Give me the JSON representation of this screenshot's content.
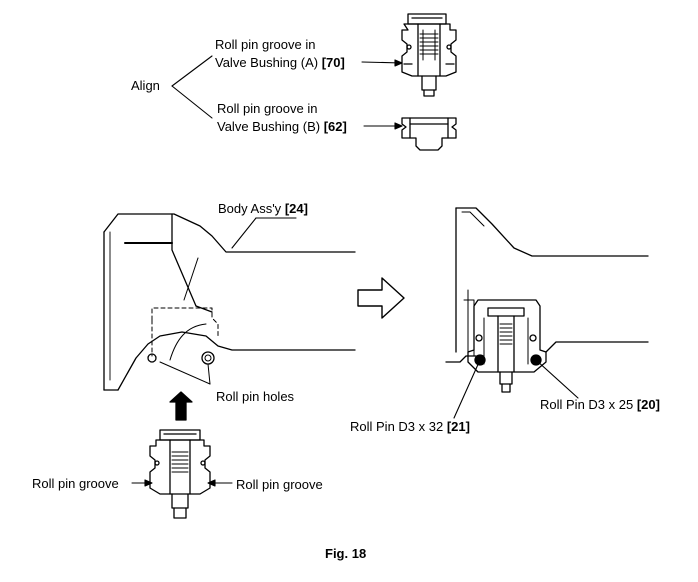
{
  "labels": {
    "align": "Align",
    "groove_a_line1": "Roll pin groove in",
    "groove_a_line2": "Valve Bushing (A)",
    "groove_a_ref": "[70]",
    "groove_b_line1": "Roll pin groove in",
    "groove_b_line2": "Valve Bushing (B)",
    "groove_b_ref": "[62]",
    "body_assy": "Body Ass'y",
    "body_assy_ref": "[24]",
    "roll_pin_holes": "Roll pin holes",
    "roll_pin_groove_left": "Roll pin groove",
    "roll_pin_groove_right": "Roll pin groove",
    "roll_pin_32": "Roll Pin D3 x 32",
    "roll_pin_32_ref": "[21]",
    "roll_pin_25": "Roll Pin D3 x 25",
    "roll_pin_25_ref": "[20]"
  },
  "caption": "Fig. 18"
}
